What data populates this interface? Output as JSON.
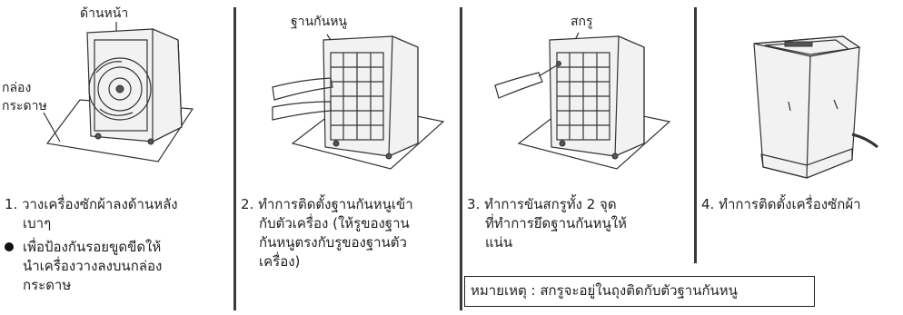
{
  "panel1": {
    "label_front": "ด้านหน้า",
    "label_box_line1": "กล่อง",
    "label_box_line2": "กระดาษ",
    "step_lines": [
      "1. วางเครื่องซักผ้าลงด้านหลัง",
      "เบาๆ"
    ],
    "bullet_lines": [
      "เพื่อป้องกันรอยขูดขีดให้",
      "นำเครื่องวางลงบนกล่อง",
      "กระดาษ"
    ]
  },
  "panel2": {
    "label_base": "ฐานกันหนู",
    "step_lines": [
      "2. ทำการติดตั้งฐานกันหนูเข้า",
      "กับตัวเครื่อง (ให้รูของฐาน",
      "กันหนูตรงกับรูของฐานตัว",
      "เครื่อง)"
    ]
  },
  "panel3": {
    "label_screw": "สกรู",
    "step_lines": [
      "3. ทำการขันสกรูทั้ง 2 จุด",
      "ที่ทำการยึดฐานกันหนูให้",
      "แน่น"
    ]
  },
  "panel4": {
    "step_lines": [
      "4. ทำการติดตั้งเครื่องซักผ้า"
    ]
  },
  "note": "หมายเหตุ : สกรูจะอยู่ในถุงติดกับตัวฐานกันหนู"
}
